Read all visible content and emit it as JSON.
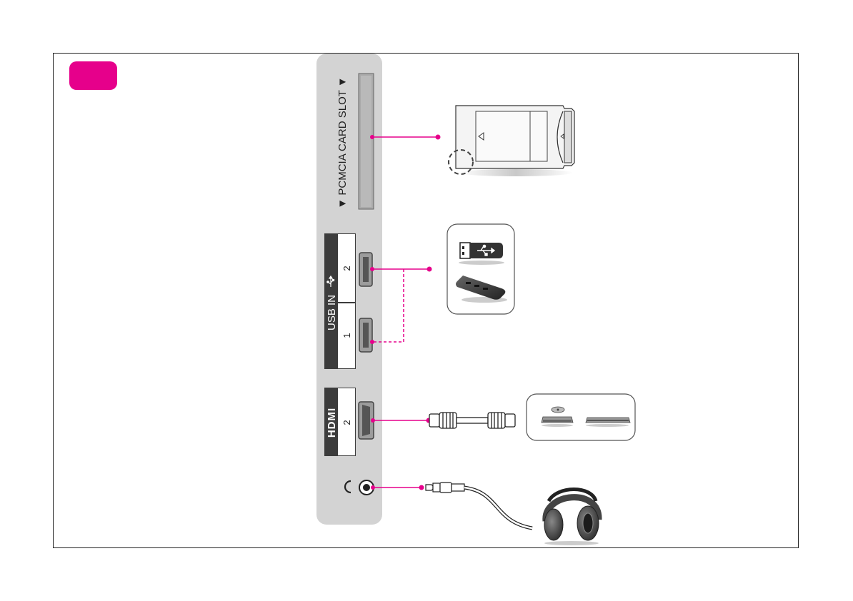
{
  "panel": {
    "pcmcia_label": "▼ PCMCIA CARD SLOT ▼",
    "usb_label": "USB IN",
    "usb_port_2": "2",
    "usb_port_1": "1",
    "hdmi_logo": "HDMI",
    "hdmi_port": "2"
  },
  "icons": {
    "usb_symbol": "usb-icon",
    "headphone_jack": "headphone-icon"
  },
  "colors": {
    "accent": "#e6008b",
    "panel": "#d3d3d3",
    "port_label_bg": "#3c3c3c"
  }
}
